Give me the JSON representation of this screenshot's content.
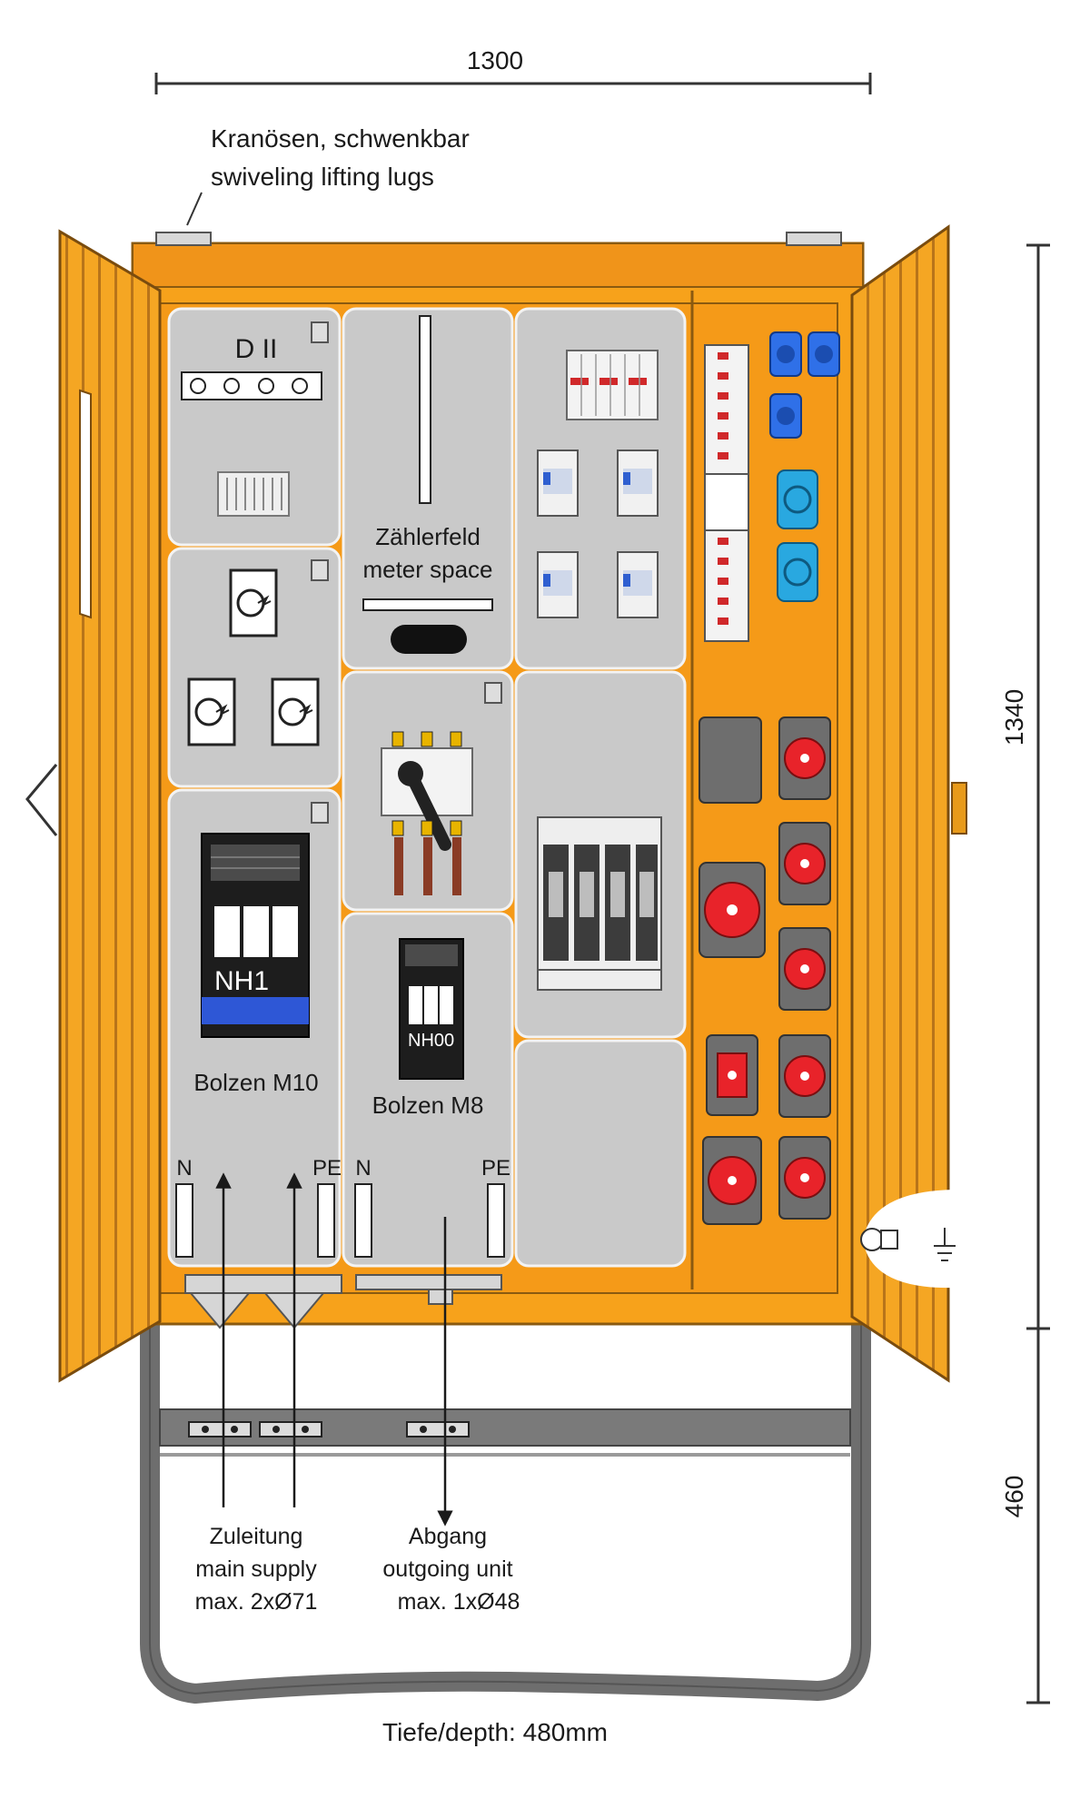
{
  "dimensions": {
    "width_label": "1300",
    "height_label": "1340",
    "base_height_label": "460",
    "depth_label": "Tiefe/depth: 480mm"
  },
  "lifting_lugs": {
    "line1": "Kranösen,  schwenkbar",
    "line2": "swiveling  lifting  lugs"
  },
  "panels": {
    "d2_label": "D II",
    "meter_line1": "Zählerfeld",
    "meter_line2": "meter space",
    "nh1_label": "NH1",
    "nh00_label": "NH00",
    "bolt_m10": "Bolzen M10",
    "bolt_m8": "Bolzen M8",
    "n_left": "N",
    "pe_left": "PE",
    "n_right": "N",
    "pe_right": "PE"
  },
  "cables": {
    "supply_line1": "Zuleitung",
    "supply_line2": "main supply",
    "supply_line3": "max. 2xØ71",
    "outgoing_line1": "Abgang",
    "outgoing_line2": "outgoing unit",
    "outgoing_line3": "max. 1xØ48"
  },
  "colors": {
    "cabinet_orange": "#f7a21b",
    "door_orange": "#f5a623",
    "panel_grey": "#c8c8c8",
    "cee_red": "#e8232a",
    "schuko_blue": "#29a8e0",
    "base_grey": "#6e6e6e"
  }
}
